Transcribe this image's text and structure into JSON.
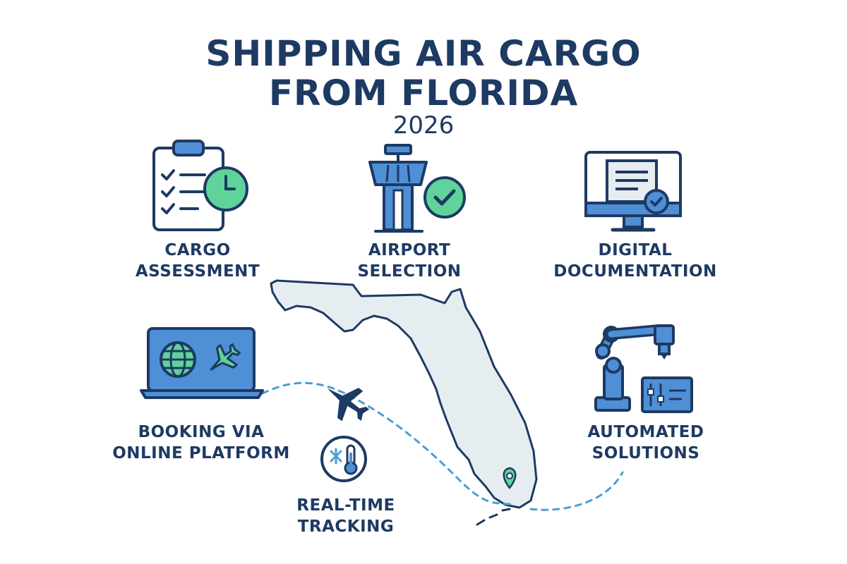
{
  "title": {
    "line1": "SHIPPING AIR CARGO",
    "line2": "FROM FLORIDA",
    "year": "2026"
  },
  "steps": [
    {
      "id": "cargo-assessment",
      "line1": "CARGO",
      "line2": "ASSESSMENT",
      "icon": "clipboard-clock-icon"
    },
    {
      "id": "airport-selection",
      "line1": "AIRPORT",
      "line2": "SELECTION",
      "icon": "control-tower-icon"
    },
    {
      "id": "digital-documentation",
      "line1": "DIGITAL",
      "line2": "DOCUMENTATION",
      "icon": "monitor-document-icon"
    },
    {
      "id": "booking-online",
      "line1": "BOOKING VIA",
      "line2": "ONLINE PLATFORM",
      "icon": "laptop-globe-icon"
    },
    {
      "id": "real-time-tracking",
      "line1": "REAL-TIME",
      "line2": "TRACKING",
      "icon": "thermometer-snowflake-icon"
    },
    {
      "id": "automated-solutions",
      "line1": "AUTOMATED",
      "line2": "SOLUTIONS",
      "icon": "robotic-arm-icon"
    }
  ],
  "colors": {
    "navy": "#1d3a63",
    "blue": "#4f8fd6",
    "green": "#5fd39a",
    "map_fill": "#e6edf1",
    "dash": "#4a9fd6"
  }
}
